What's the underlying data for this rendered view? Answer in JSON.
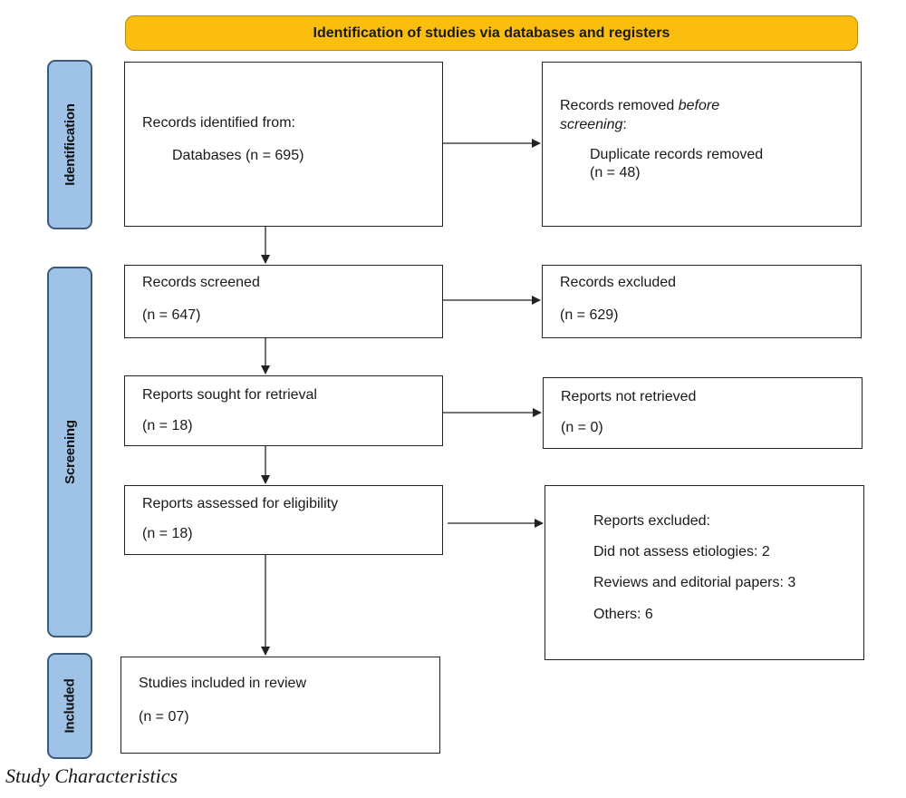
{
  "header": {
    "title": "Identification of studies via databases and registers"
  },
  "stages": {
    "identification": "Identification",
    "screening": "Screening",
    "included": "Included"
  },
  "boxes": {
    "records_identified": {
      "line1": "Records identified from:",
      "line2": "Databases (n = 695)"
    },
    "records_removed": {
      "line1": "Records removed ",
      "line1_em": "before",
      "line2_em": "screening",
      "line2_suffix": ":",
      "line3": "Duplicate records removed",
      "line4": "(n = 48)"
    },
    "records_screened": {
      "label": "Records screened",
      "count": "(n = 647)"
    },
    "records_excluded": {
      "label": "Records excluded",
      "count": "(n = 629)"
    },
    "reports_sought": {
      "label": "Reports sought for retrieval",
      "count": "(n = 18)"
    },
    "reports_not_retrieved": {
      "label": "Reports not retrieved",
      "count": "(n = 0)"
    },
    "reports_assessed": {
      "label": "Reports assessed for eligibility",
      "count": "(n = 18)"
    },
    "reports_excluded": {
      "label": "Reports excluded:",
      "reasons": [
        "Did not assess etiologies: 2",
        "Reviews and editorial papers: 3",
        "Others: 6"
      ]
    },
    "studies_included": {
      "label": "Studies included in review",
      "count": "(n = 07)"
    }
  },
  "caption": "Study Characteristics"
}
